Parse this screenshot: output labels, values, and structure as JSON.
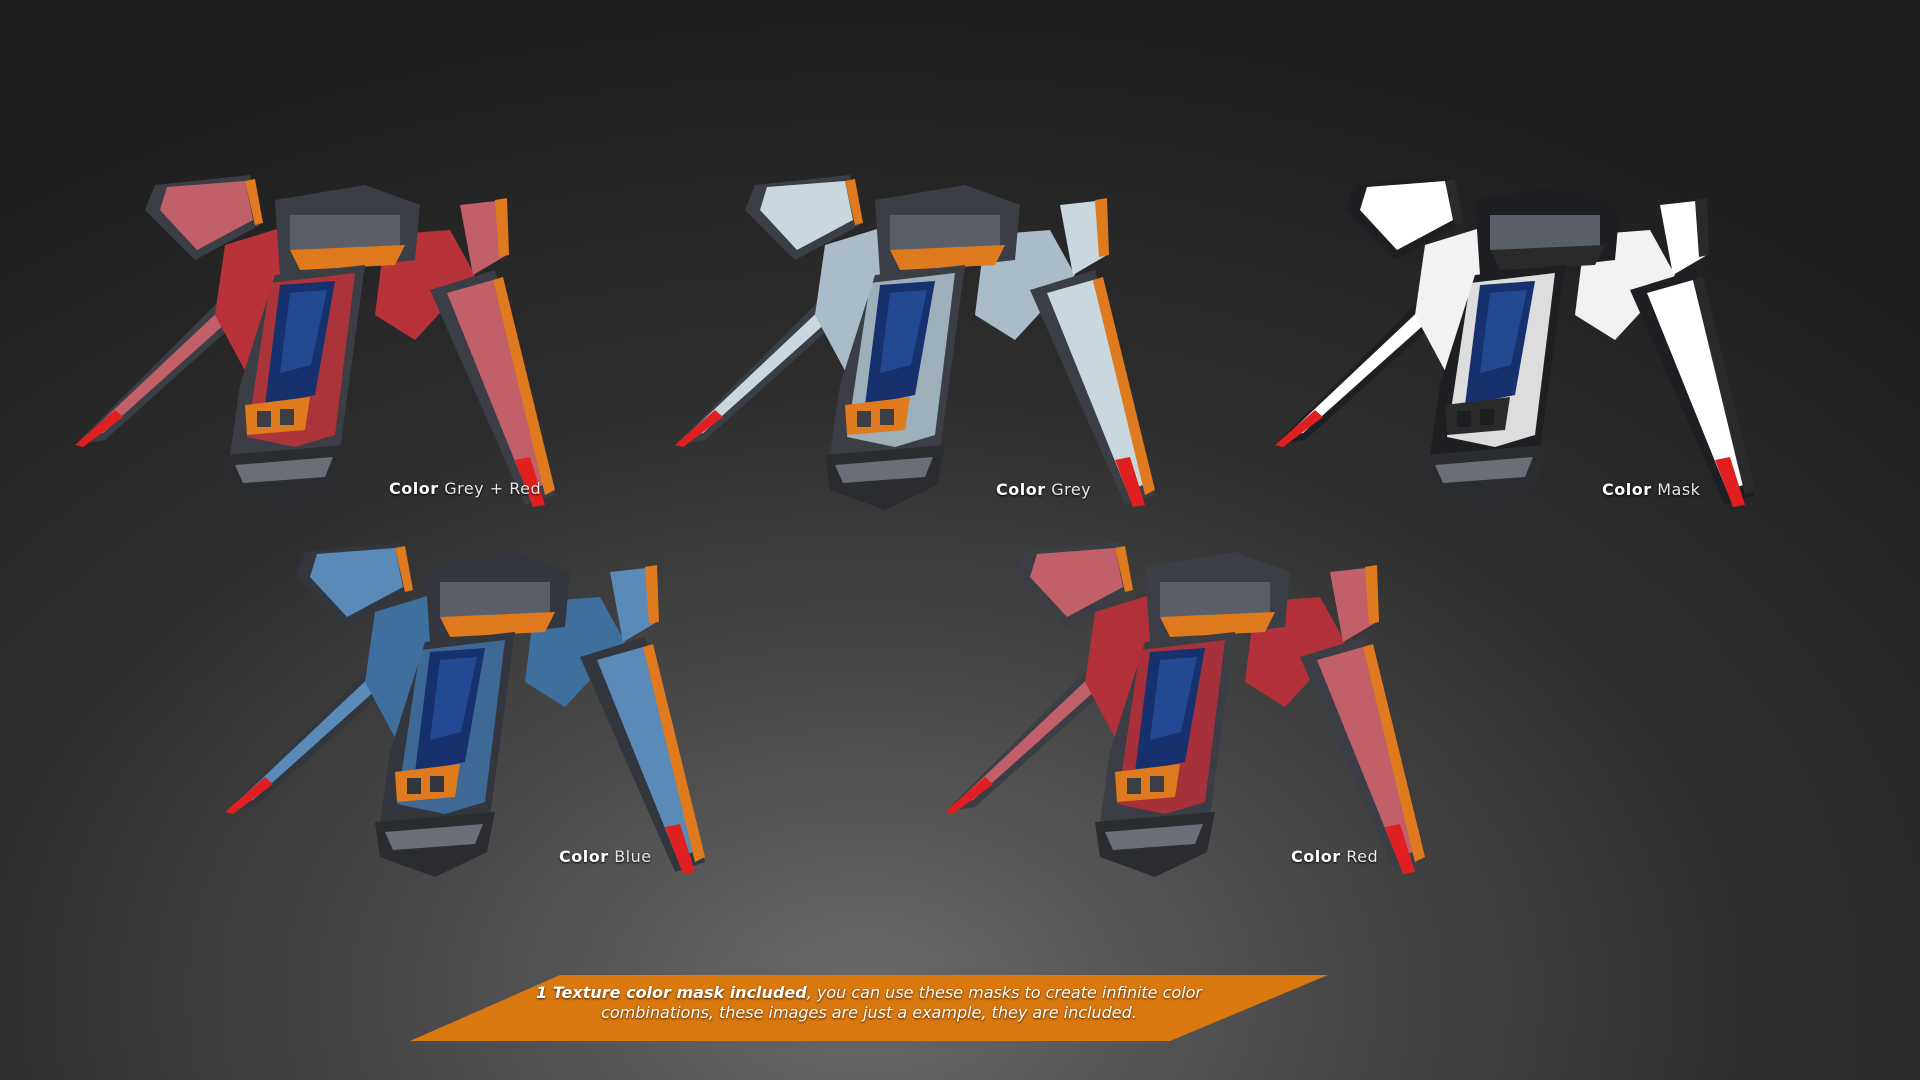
{
  "variants": [
    {
      "prefix": "Color",
      "name": "Grey + Red",
      "colors": {
        "hull": "#b8323a",
        "panel": "#c2606a",
        "trim": "#e07a1f",
        "dark": "#3b3e44"
      }
    },
    {
      "prefix": "Color",
      "name": "Grey",
      "colors": {
        "hull": "#a9bcc7",
        "panel": "#c9d7df",
        "trim": "#e07a1f",
        "dark": "#3b3e44"
      }
    },
    {
      "prefix": "Color",
      "name": "Mask",
      "colors": {
        "hull": "#f2f2f2",
        "panel": "#ffffff",
        "trim": "#2a2a2a",
        "dark": "#1e1f22"
      }
    },
    {
      "prefix": "Color",
      "name": "Blue",
      "colors": {
        "hull": "#3f6f9e",
        "panel": "#5a8ab8",
        "trim": "#e07a1f",
        "dark": "#33373d"
      }
    },
    {
      "prefix": "Color",
      "name": "Red",
      "colors": {
        "hull": "#b2303a",
        "panel": "#c2606a",
        "trim": "#e07a1f",
        "dark": "#3b3e44"
      }
    }
  ],
  "banner": {
    "bold": "1 Texture color mask included",
    "line1_rest": ", you can use these masks to create infinite color",
    "line2": "combinations, these images are just a example, they are included.",
    "color": "#d9780f"
  },
  "colors": {
    "cockpit": "#17306e",
    "cockpit_highlight": "#2e5fb0",
    "accent_red": "#e02020"
  }
}
